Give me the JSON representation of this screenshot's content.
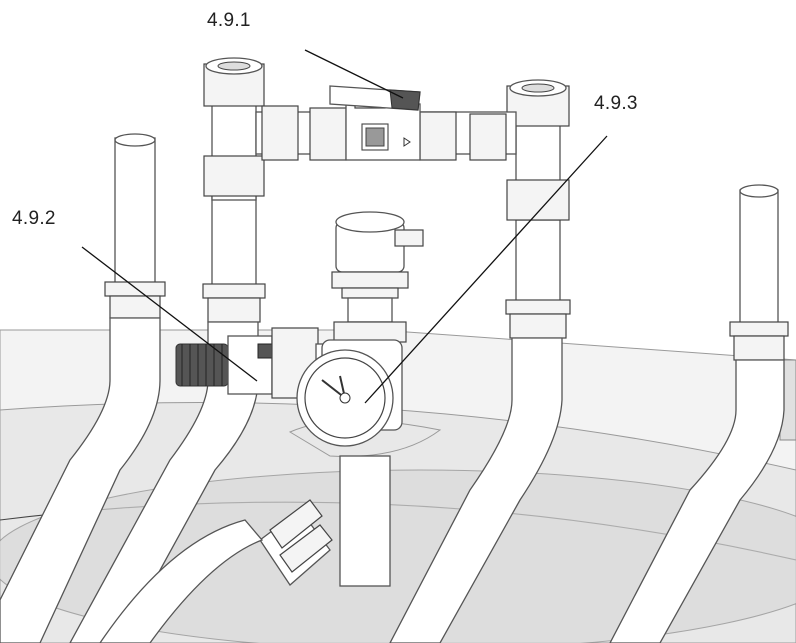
{
  "labels": {
    "valve": "4.9.1",
    "safety_valve": "4.9.2",
    "gauge": "4.9.3"
  },
  "colors": {
    "line": "#444444",
    "base_panel": "#e8e8e8",
    "label_text": "#222222"
  }
}
